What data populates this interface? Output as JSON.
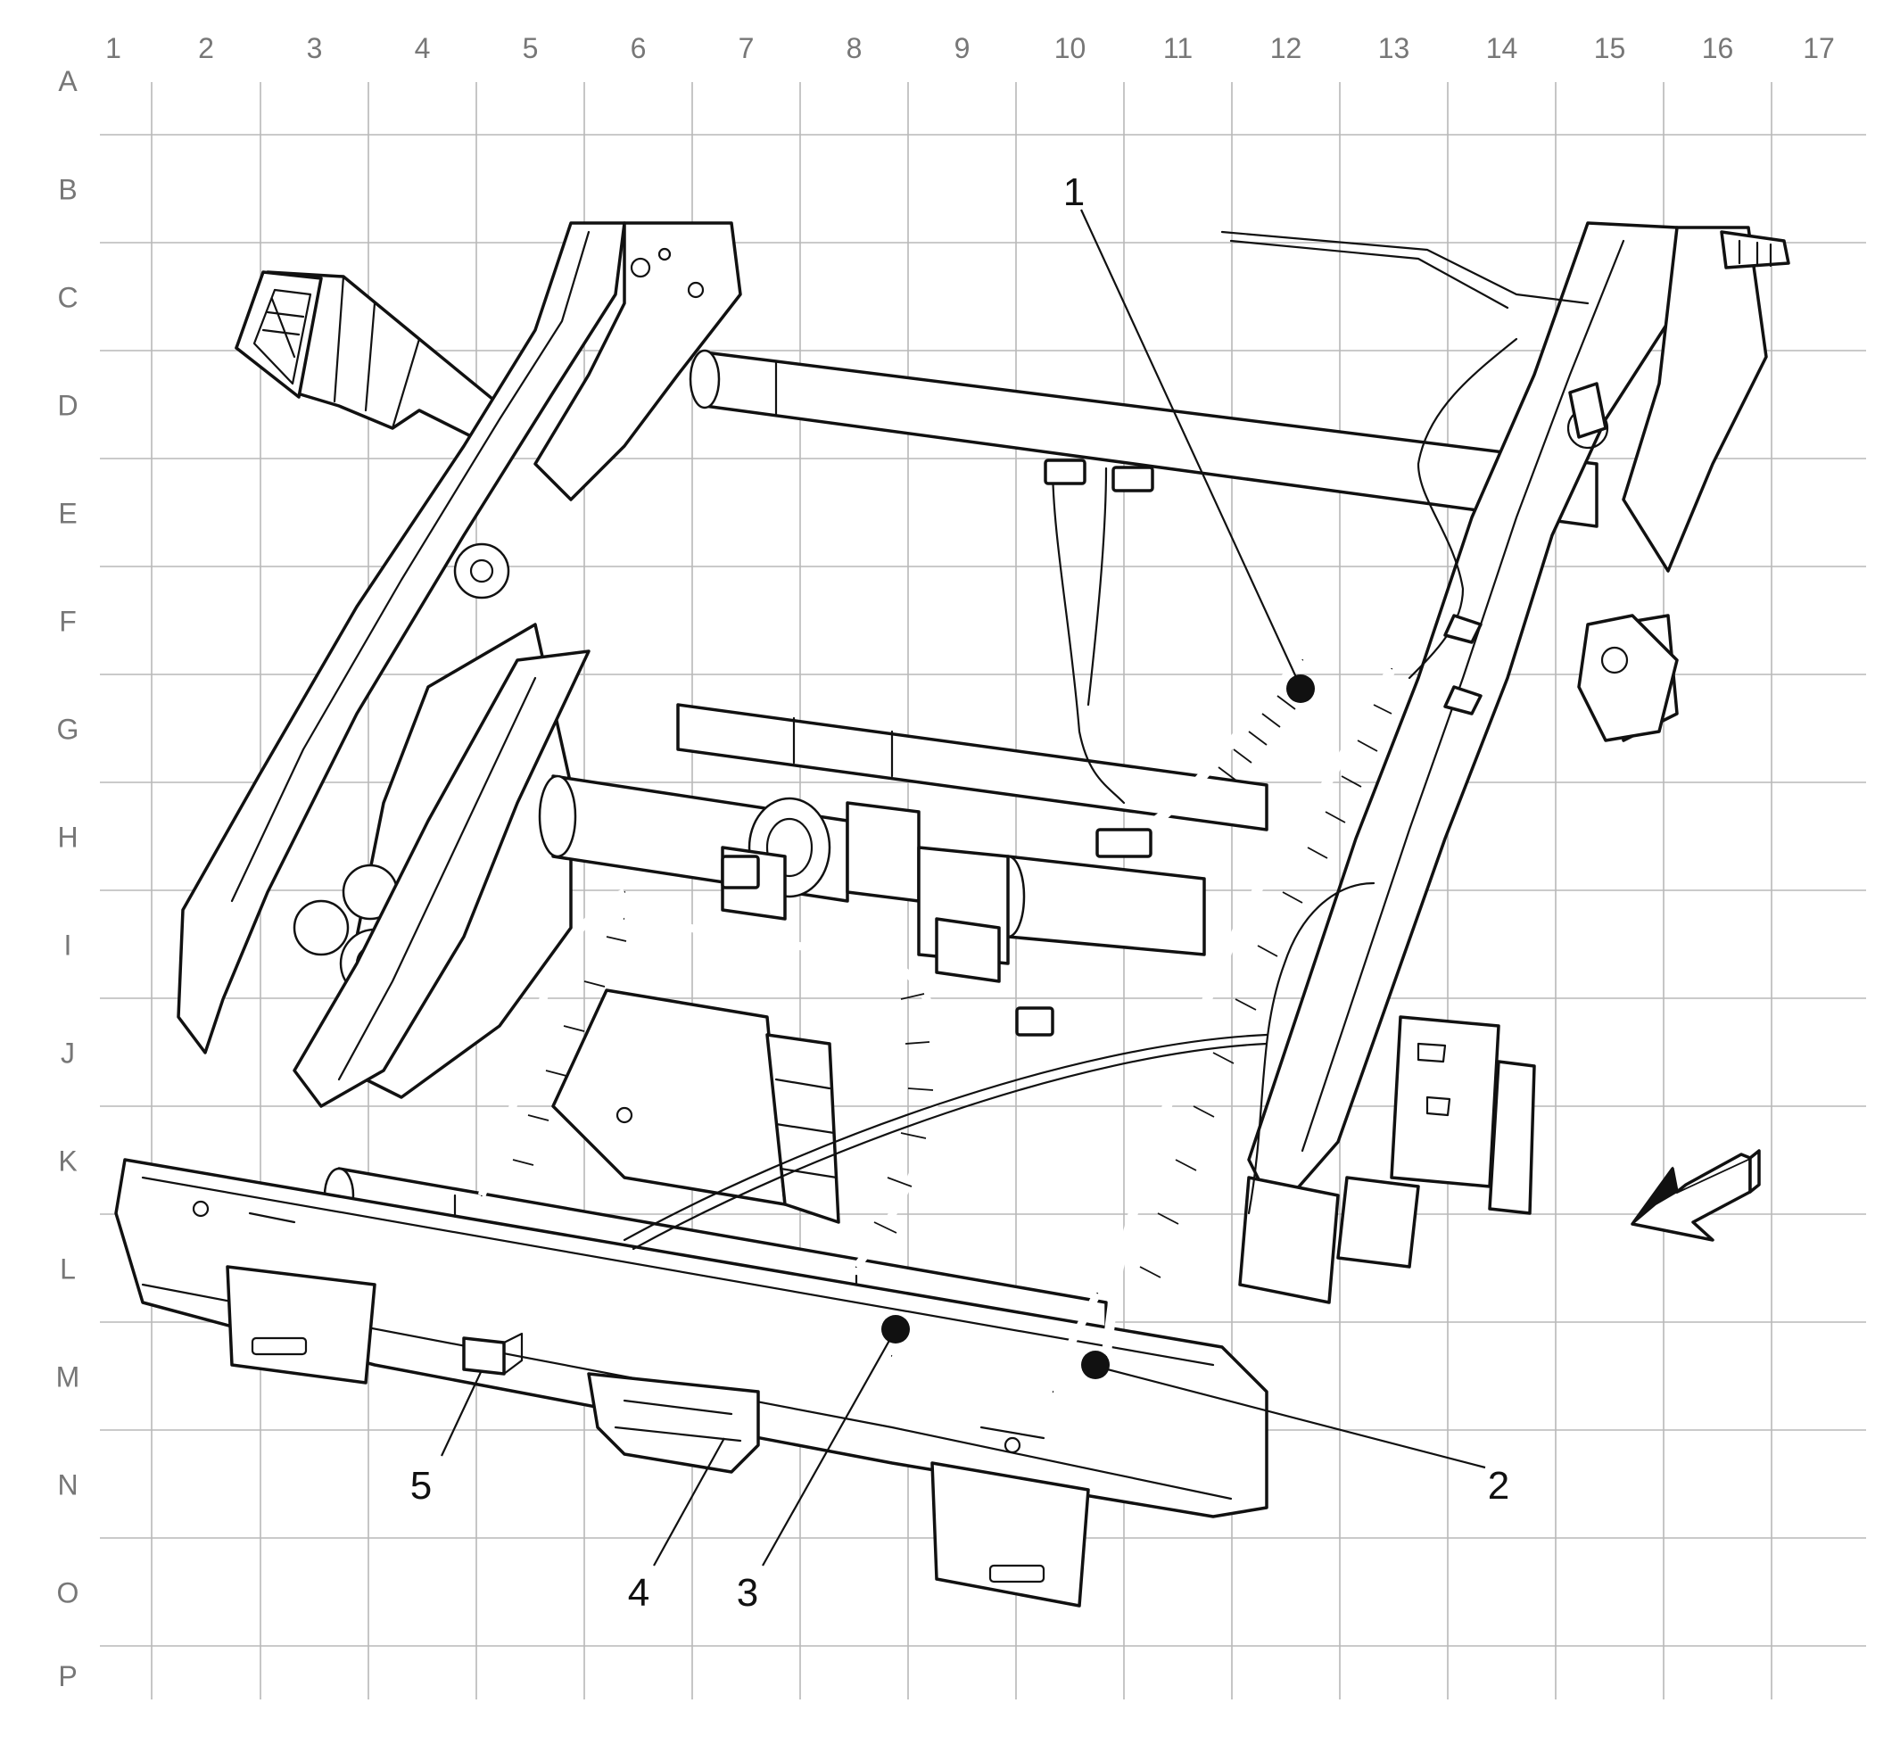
{
  "grid": {
    "columns": [
      "1",
      "2",
      "3",
      "4",
      "5",
      "6",
      "7",
      "8",
      "9",
      "10",
      "11",
      "12",
      "13",
      "14",
      "15",
      "16",
      "17"
    ],
    "rows": [
      "A",
      "B",
      "C",
      "D",
      "E",
      "F",
      "G",
      "H",
      "I",
      "J",
      "K",
      "L",
      "M",
      "N",
      "O",
      "P"
    ]
  },
  "callouts": [
    {
      "id": "1",
      "label": "1"
    },
    {
      "id": "2",
      "label": "2"
    },
    {
      "id": "3",
      "label": "3"
    },
    {
      "id": "4",
      "label": "4"
    },
    {
      "id": "5",
      "label": "5"
    }
  ],
  "icons": {
    "view_arrow": "view-direction-arrow-icon"
  },
  "colors": {
    "line": "#111111",
    "grid": "#b8b8b8",
    "grid_labels": "#777777",
    "background": "#ffffff"
  }
}
